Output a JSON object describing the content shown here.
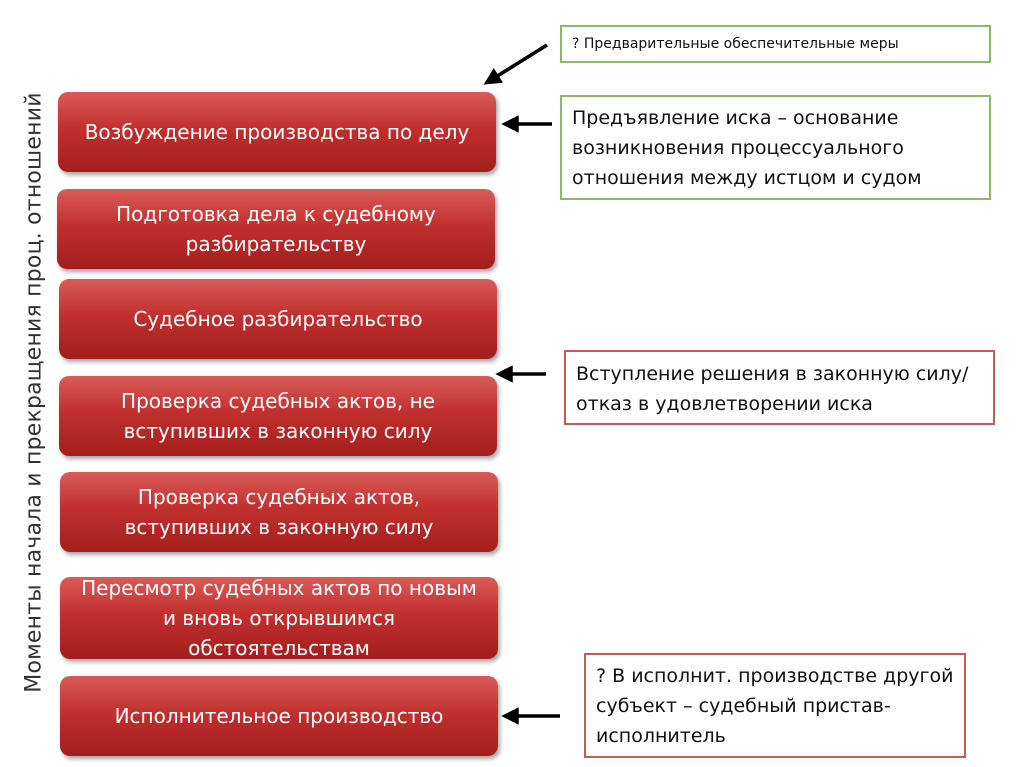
{
  "vertical_label": "Моменты начала и прекращения проц. отношений",
  "steps": [
    {
      "label": "Возбуждение производства по делу"
    },
    {
      "label": "Подготовка дела к судебному разбирательству"
    },
    {
      "label": "Судебное разбирательство"
    },
    {
      "label": "Проверка судебных актов, не вступивших в законную силу"
    },
    {
      "label": "Проверка судебных актов, вступивших в законную силу"
    },
    {
      "label": "Пересмотр судебных актов по новым и вновь открывшимся обстоятельствам"
    },
    {
      "label": "Исполнительное производство"
    }
  ],
  "notes": [
    {
      "text": "? Предварительные обеспечительные меры",
      "border": "#8db86a"
    },
    {
      "text": "Предъявление иска – основание возникновения процессуального отношения между истцом и судом",
      "border": "#8db86a"
    },
    {
      "text": "Вступление решения в законную силу/ отказ в удовлетворении иска",
      "border": "#c05c5a"
    },
    {
      "text": "? В исполнит. производстве другой субъект – судебный пристав-исполнитель",
      "border": "#c05c5a"
    }
  ],
  "colors": {
    "step_fill": "#c0302e",
    "note_green": "#8db86a",
    "note_red": "#c05c5a"
  }
}
